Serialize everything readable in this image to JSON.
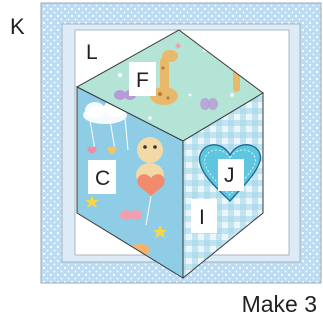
{
  "labels": {
    "border": "K",
    "top_left_corner": "L",
    "top_diamond": "F",
    "left_panel": "C",
    "heart_appliqué": "J",
    "right_panel": "I"
  },
  "caption": "Make 3",
  "colors": {
    "border_fabric": "#bcdcf4",
    "border_dots": "#ffffff",
    "strip_fabric": "#dcebf6",
    "background_fabric": "#ffffff",
    "top_diamond_fabric": "#b4e4d6",
    "left_panel_fabric": "#8fcde6",
    "right_panel_fabric": "#d4ebf4",
    "gingham_stripe": "#9ed4e6",
    "heart_fill": "#5fc6e0",
    "heart_outline": "#1d6a88",
    "seam_lines": "#3a3a3a"
  },
  "icons": [
    "giraffe-motif",
    "butterfly-motif",
    "heart-balloon-motif",
    "cloud-motif",
    "star-motif"
  ]
}
